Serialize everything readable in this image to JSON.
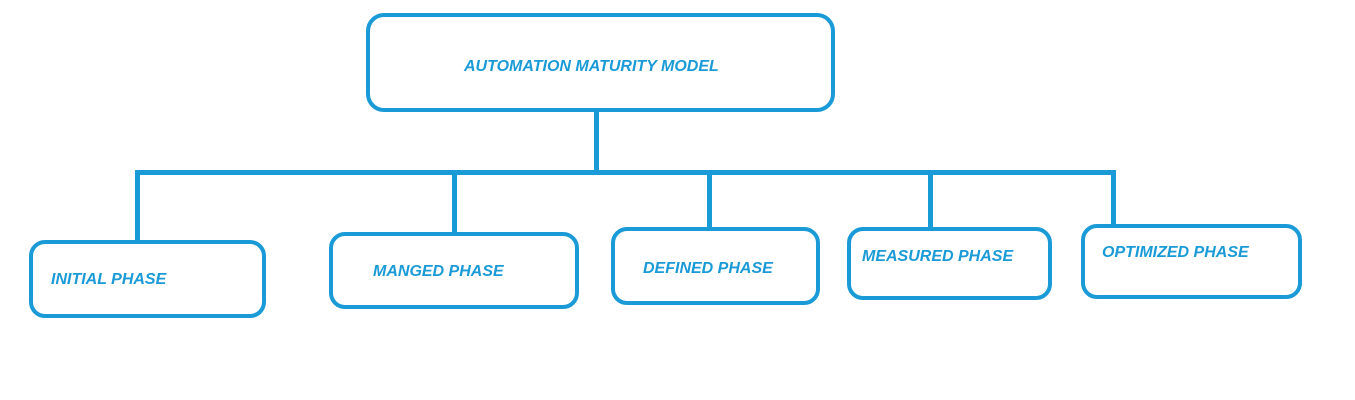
{
  "diagram": {
    "root": {
      "label": "AUTOMATION MATURITY MODEL"
    },
    "phases": [
      {
        "label": "INITIAL PHASE"
      },
      {
        "label": "MANGED PHASE"
      },
      {
        "label": "DEFINED PHASE"
      },
      {
        "label": "MEASURED PHASE"
      },
      {
        "label": "OPTIMIZED PHASE"
      }
    ],
    "colors": {
      "line": "#1a9ad6",
      "text": "#1a9ad6",
      "background": "#ffffff"
    }
  }
}
